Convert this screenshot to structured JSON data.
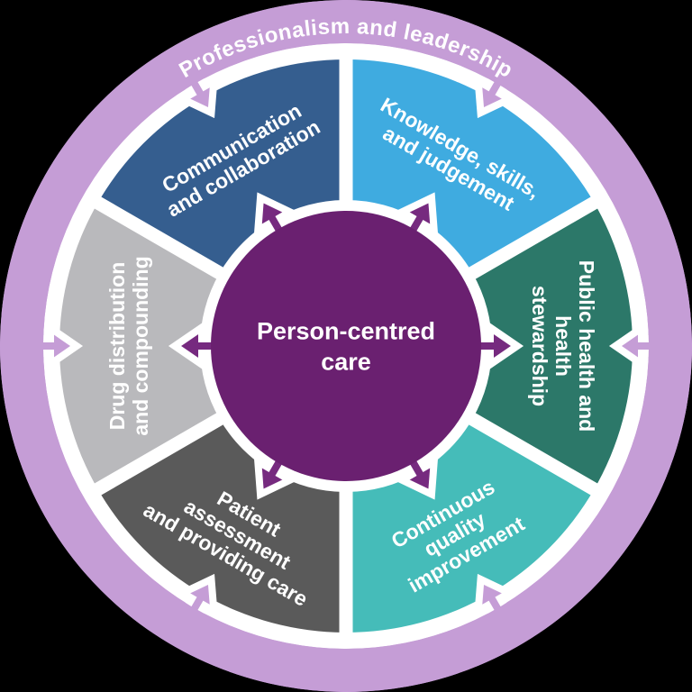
{
  "diagram": {
    "type": "wheel",
    "outer_ring": {
      "label": "Professionalism and leadership",
      "color": "#c59dd6",
      "text_color": "#ffffff"
    },
    "center": {
      "lines": [
        "Person-centred",
        "care"
      ],
      "color": "#6a2070",
      "text_color": "#ffffff"
    },
    "arrows": {
      "outward_color": "#762a7f",
      "inward_color": "#c59dd6",
      "outline_color": "#ffffff"
    },
    "divider_color": "#ffffff",
    "background_color": "#000000",
    "segments": [
      {
        "name": "communication-and-collaboration",
        "lines": [
          "Communication",
          "and collaboration"
        ],
        "color": "#355e8f",
        "text_color": "#ffffff",
        "angle": 330,
        "text_rotation": -30
      },
      {
        "name": "knowledge-skills-and-judgement",
        "lines": [
          "Knowledge, skills,",
          "and judgement"
        ],
        "color": "#3fabe0",
        "text_color": "#ffffff",
        "angle": 30,
        "text_rotation": 30
      },
      {
        "name": "public-health-and-health-stewardship",
        "lines": [
          "Public health and",
          "health",
          "stewardship"
        ],
        "color": "#2c7869",
        "text_color": "#ffffff",
        "angle": 90,
        "text_rotation": 90
      },
      {
        "name": "continuous-quality-improvement",
        "lines": [
          "Continuous",
          "quality",
          "improvement"
        ],
        "color": "#45bcb9",
        "text_color": "#ffffff",
        "angle": 150,
        "text_rotation": -30
      },
      {
        "name": "patient-assessment-and-providing-care",
        "lines": [
          "Patient",
          "assessment",
          "and providing care"
        ],
        "color": "#5a5a5a",
        "text_color": "#ffffff",
        "angle": 210,
        "text_rotation": 30
      },
      {
        "name": "drug-distribution-and-compounding",
        "lines": [
          "Drug distribution",
          "and compounding"
        ],
        "color": "#b9b9bc",
        "text_color": "#ffffff",
        "angle": 270,
        "text_rotation": -90
      }
    ]
  }
}
